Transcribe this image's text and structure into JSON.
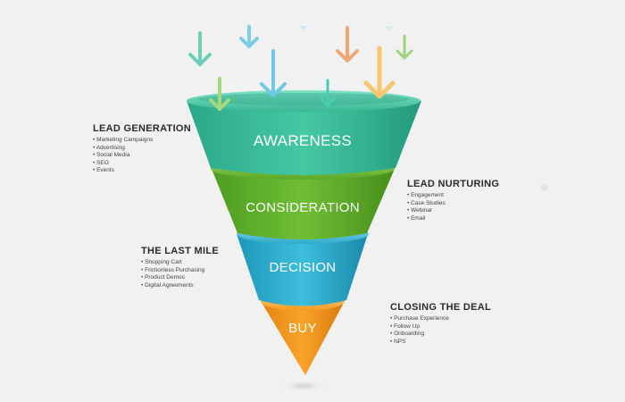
{
  "stages": [
    {
      "key": "awareness",
      "label": "AWARENESS"
    },
    {
      "key": "consideration",
      "label": "CONSIDERATION"
    },
    {
      "key": "decision",
      "label": "DECISION"
    },
    {
      "key": "buy",
      "label": "BUY"
    }
  ],
  "blocks": {
    "lead_generation": {
      "title": "LEAD GENERATION",
      "items": [
        "Marketing Campaigns",
        "Advertising",
        "Social Media",
        "SEO",
        "Events"
      ]
    },
    "lead_nurturing": {
      "title": "LEAD NURTURING",
      "items": [
        "Engagement",
        "Case Studies",
        "Webinar",
        "Email"
      ]
    },
    "last_mile": {
      "title": "THE LAST MILE",
      "items": [
        "Shopping Cart",
        "Frictionless Purchasing",
        "Product Demos",
        "Digital Agreements"
      ]
    },
    "closing_deal": {
      "title": "CLOSING THE DEAL",
      "items": [
        "Purchase Experience",
        "Follow Up",
        "Onboarding",
        "NPS"
      ]
    }
  },
  "colors": {
    "background": "#f1f1f1",
    "awareness": "#3bbf9a",
    "consideration": "#62b22f",
    "decision": "#2fb0cf",
    "buy": "#f49a1c",
    "arrow_green": "#8fcf5e",
    "arrow_blue": "#6fc9e4",
    "arrow_teal": "#4ccab0",
    "arrow_orange": "#f0a777",
    "arrow_yellow": "#f7c66e"
  },
  "icons": [
    "arrow-down-icon"
  ]
}
